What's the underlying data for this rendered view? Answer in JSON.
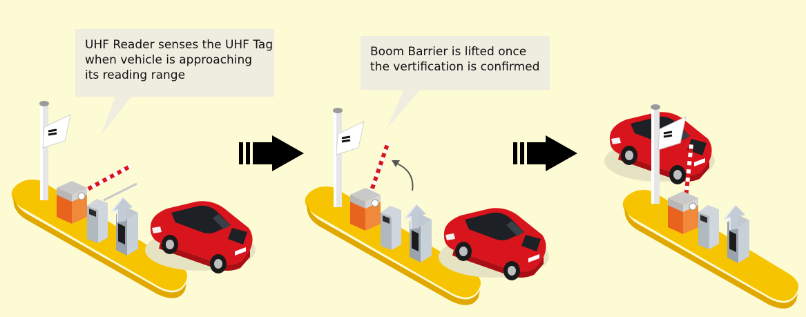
{
  "callouts": {
    "step1": {
      "lines": [
        "UHF Reader senses the UHF Tag",
        "when vehicle is approaching",
        "its reading range"
      ]
    },
    "step2": {
      "lines": [
        "Boom Barrier is lifted once",
        "the vertification is confirmed"
      ]
    }
  },
  "colors": {
    "background": "#fdfbd4",
    "platform": "#f6c400",
    "car": "#d8141c",
    "barrier_box": "#e8641e",
    "barrier_arm": "#d8141c",
    "bubble": "#efece0",
    "arrow": "#000000"
  },
  "icons": {
    "flow_arrow": "right-arrow-icon",
    "uhf_reader": "antenna-reader-icon",
    "motion": "curved-arrow-icon"
  }
}
